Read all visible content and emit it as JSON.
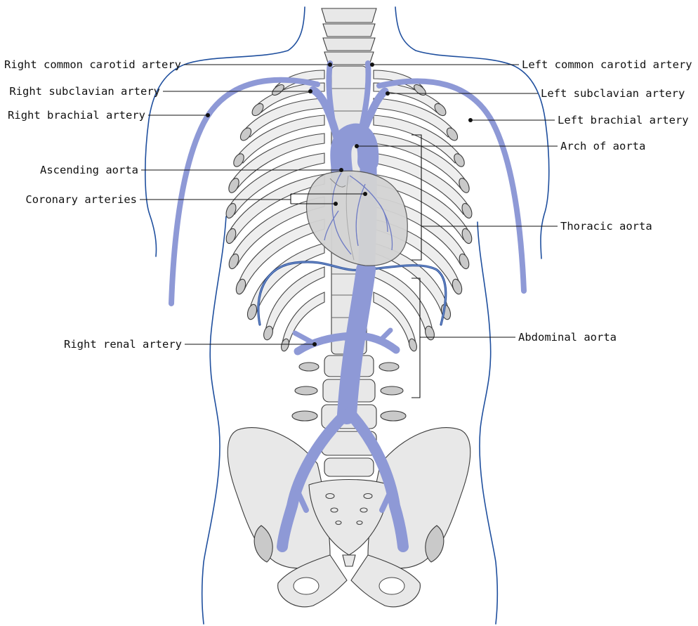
{
  "colors": {
    "artery": "#8e99d6",
    "artery_dark": "#7f8bcc",
    "diaphragm": "#2c4f9a",
    "skin_outline": "#1f4f9e",
    "bone_fill": "#e8e8e8",
    "heart_fill": "#d3d3d3"
  },
  "labels": {
    "right_common_carotid": "Right common carotid artery",
    "right_subclavian": "Right subclavian artery",
    "right_brachial": "Right brachial artery",
    "ascending_aorta": "Ascending aorta",
    "coronary_arteries": "Coronary arteries",
    "right_renal": "Right renal artery",
    "left_common_carotid": "Left common carotid artery",
    "left_subclavian": "Left subclavian artery",
    "left_brachial": "Left brachial artery",
    "arch_of_aorta": "Arch of aorta",
    "thoracic_aorta": "Thoracic aorta",
    "abdominal_aorta": "Abdominal aorta"
  }
}
